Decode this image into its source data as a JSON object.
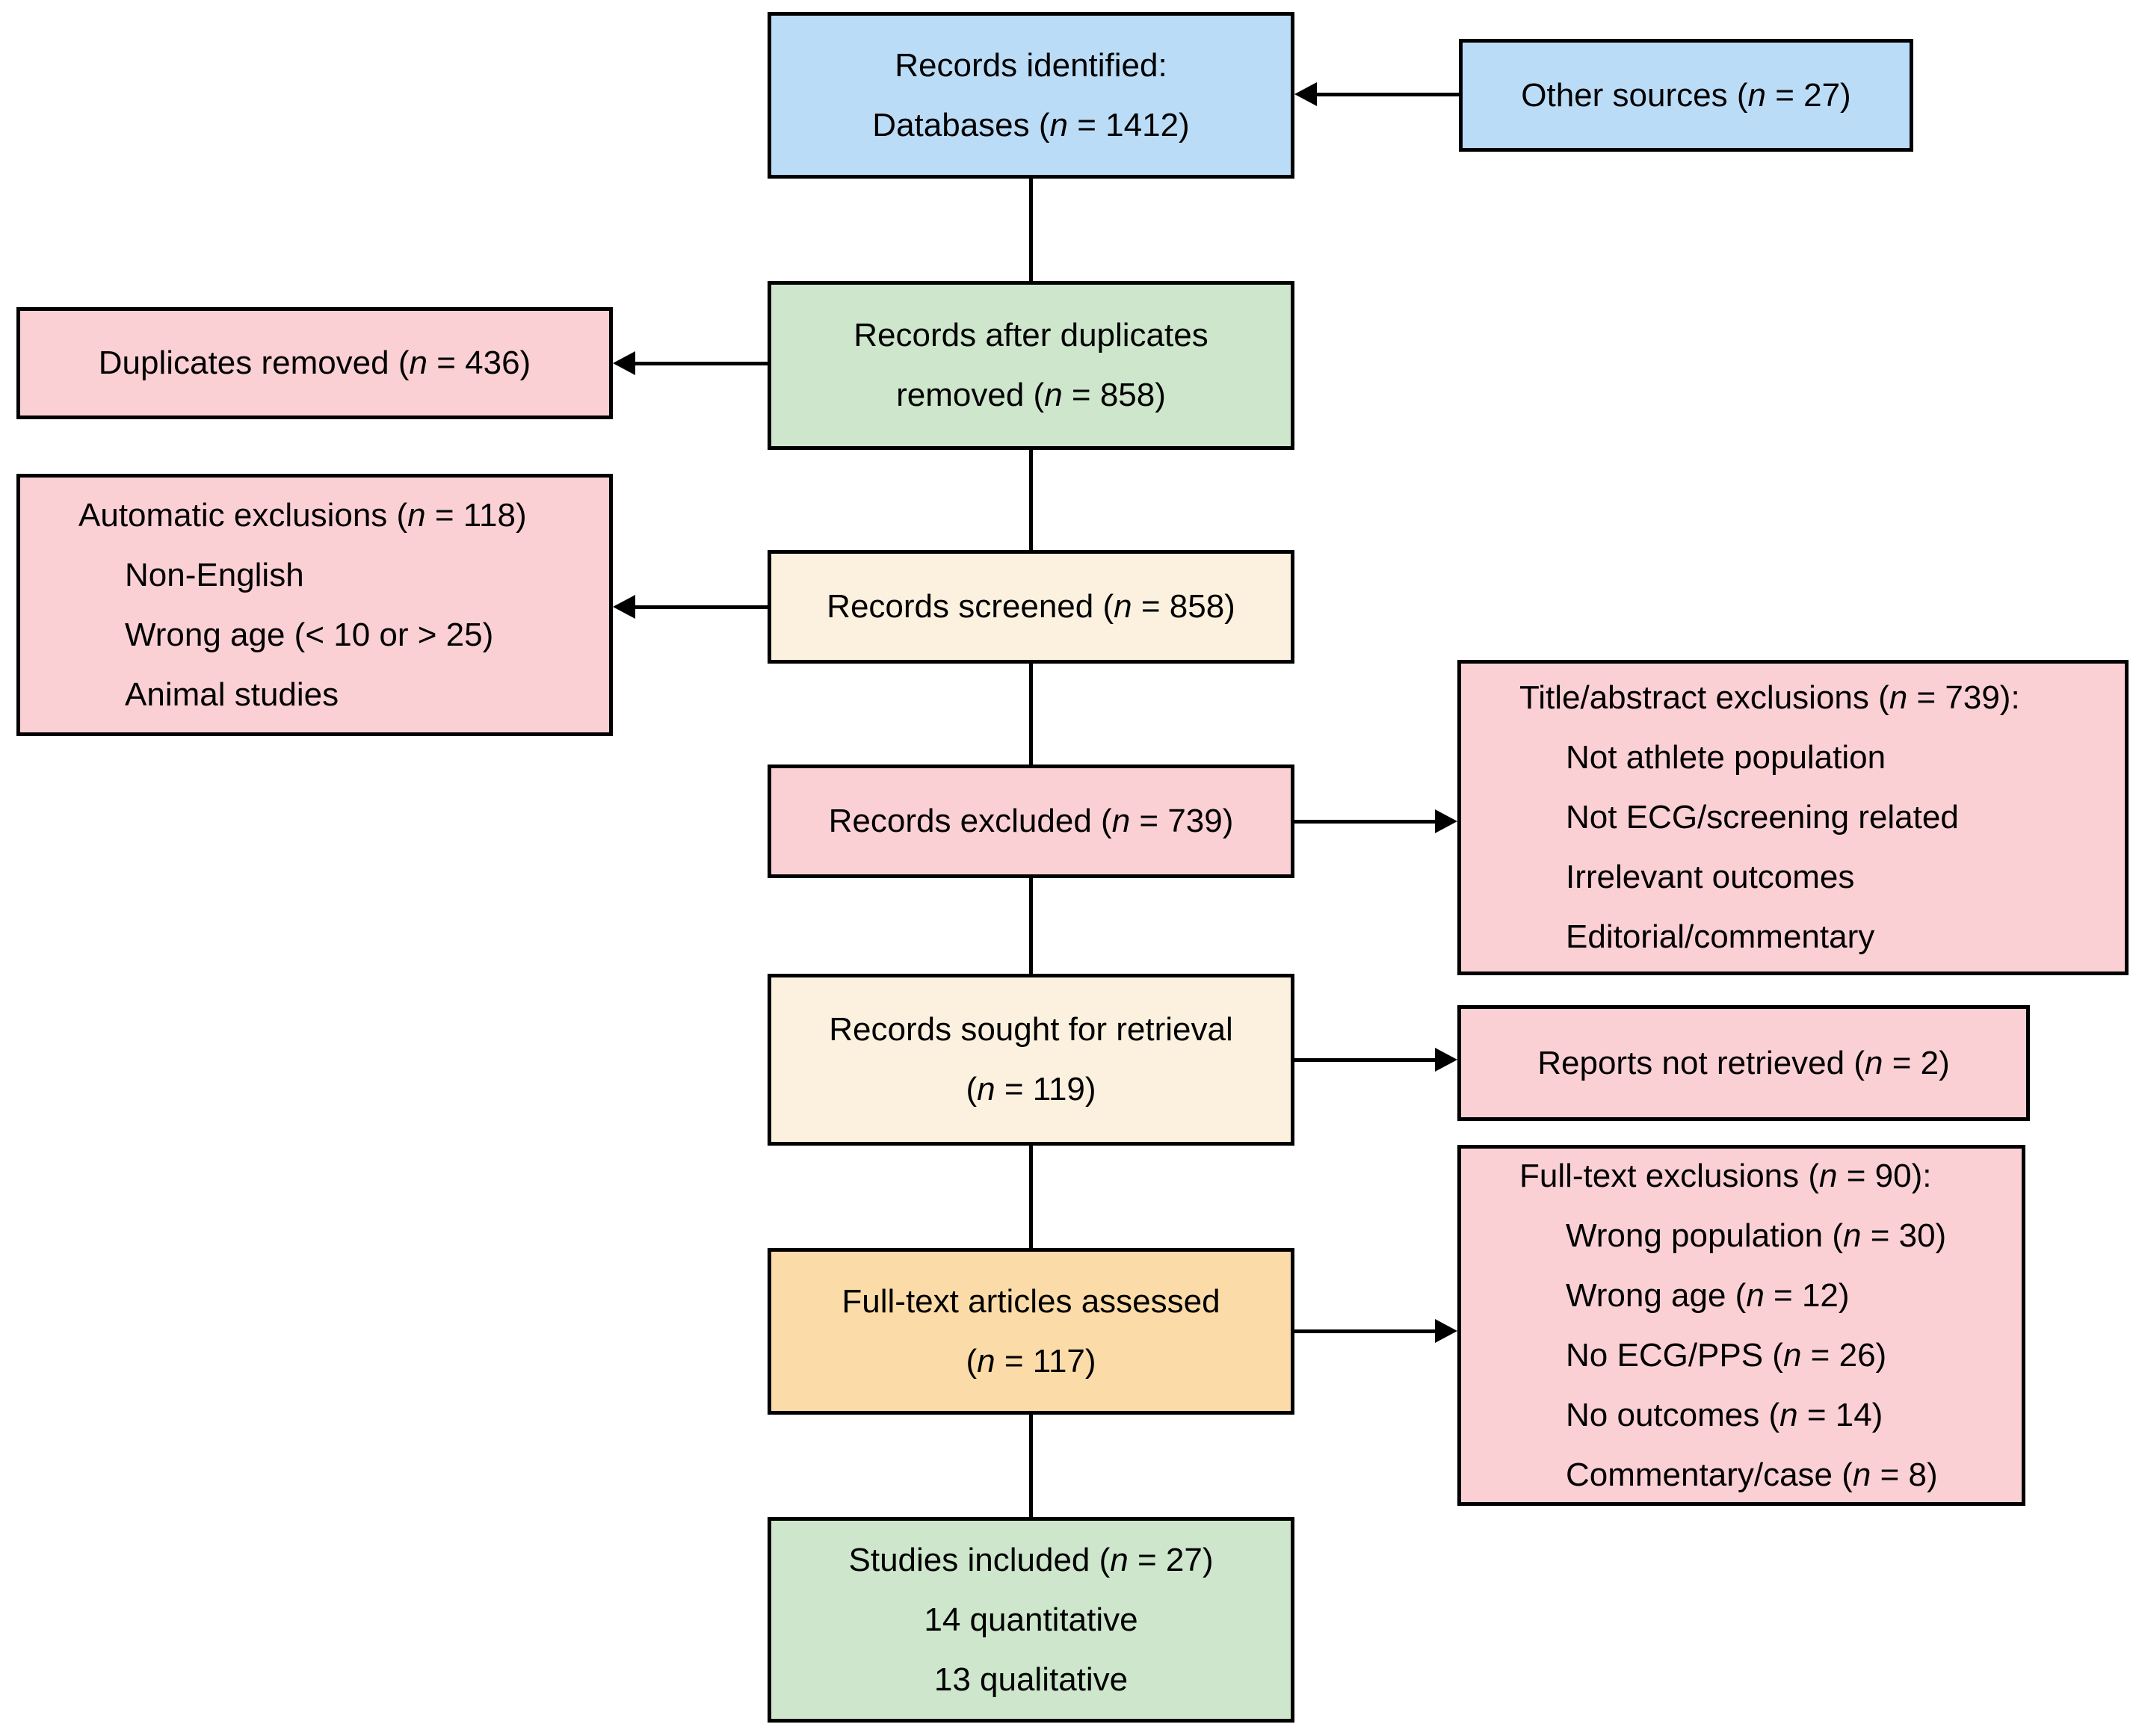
{
  "colors": {
    "blue": "#BBDCF6",
    "green": "#CDE6CC",
    "pink": "#FBD0D5",
    "cream": "#FCF1DF",
    "orange": "#FBDBA7",
    "line": "#000000",
    "text": "#000000"
  },
  "boxes": {
    "records_identified": {
      "lines": [
        "Records identified:",
        "Databases (n = 1412)"
      ]
    },
    "other_sources": {
      "lines": [
        "Other sources (n = 27)"
      ]
    },
    "after_duplicates": {
      "lines": [
        "Records after duplicates",
        "removed (n = 858)"
      ]
    },
    "duplicates_removed": {
      "lines": [
        "Duplicates removed (n = 436)"
      ]
    },
    "automatic_exclusions": {
      "title": "Automatic exclusions (n = 118)",
      "items": [
        "Non-English",
        "Wrong age (< 10 or > 25)",
        "Animal studies"
      ]
    },
    "records_screened": {
      "lines": [
        "Records screened (n = 858)"
      ]
    },
    "records_excluded": {
      "lines": [
        "Records excluded (n = 739)"
      ]
    },
    "title_abstract_exclusions": {
      "title": "Title/abstract exclusions (n = 739):",
      "items": [
        "Not athlete population",
        "Not ECG/screening related",
        "Irrelevant outcomes",
        "Editorial/commentary"
      ]
    },
    "records_sought": {
      "lines": [
        "Records sought for retrieval",
        "(n = 119)"
      ]
    },
    "reports_not_retrieved": {
      "lines": [
        "Reports not retrieved (n = 2)"
      ]
    },
    "fulltext_assessed": {
      "lines": [
        "Full-text articles assessed",
        "(n = 117)"
      ]
    },
    "fulltext_exclusions": {
      "title": "Full-text exclusions (n = 90):",
      "items": [
        "Wrong population (n = 30)",
        "Wrong age (n = 12)",
        "No ECG/PPS (n = 26)",
        "No outcomes (n = 14)",
        "Commentary/case (n = 8)"
      ]
    },
    "studies_included": {
      "lines": [
        "Studies included (n = 27)",
        "14 quantitative",
        "13 qualitative"
      ]
    }
  }
}
